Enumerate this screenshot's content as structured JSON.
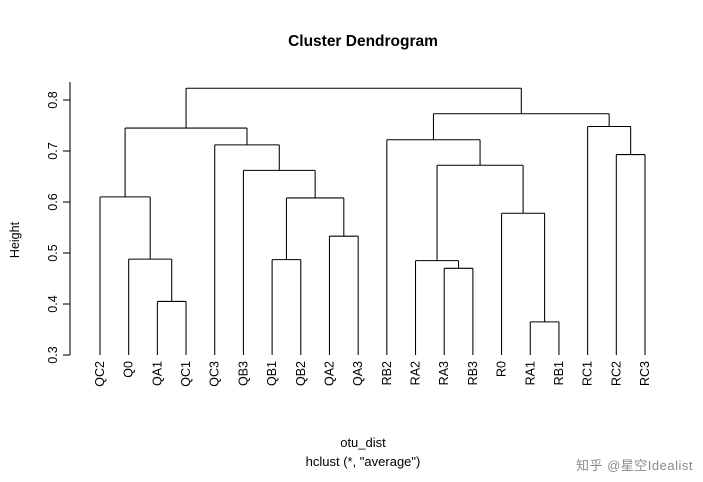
{
  "chart_data": {
    "type": "dendrogram",
    "title": "Cluster Dendrogram",
    "xlabel": "otu_dist",
    "sublabel": "hclust (*, \"average\")",
    "ylabel": "Height",
    "ylim": [
      0.3,
      0.8
    ],
    "yticks": [
      0.8,
      0.7,
      0.6,
      0.5,
      0.4,
      0.3
    ],
    "ytick_labels": [
      "0.8",
      "0.7",
      "0.6",
      "0.5",
      "0.4",
      "0.3"
    ],
    "grid": false,
    "legend": "none",
    "linkage": "average",
    "leaf_order": [
      "QC2",
      "Q0",
      "QA1",
      "QC1",
      "QC3",
      "QB3",
      "QB1",
      "QB2",
      "QA2",
      "QA3",
      "RB2",
      "RA2",
      "RA3",
      "RB3",
      "R0",
      "RA1",
      "RB1",
      "RC1",
      "RC2",
      "RC3"
    ],
    "leaves": [
      {
        "id": "QC2",
        "x": 1
      },
      {
        "id": "Q0",
        "x": 2
      },
      {
        "id": "QA1",
        "x": 3
      },
      {
        "id": "QC1",
        "x": 4
      },
      {
        "id": "QC3",
        "x": 5
      },
      {
        "id": "QB3",
        "x": 6
      },
      {
        "id": "QB1",
        "x": 7
      },
      {
        "id": "QB2",
        "x": 8
      },
      {
        "id": "QA2",
        "x": 9
      },
      {
        "id": "QA3",
        "x": 10
      },
      {
        "id": "RB2",
        "x": 11
      },
      {
        "id": "RA2",
        "x": 12
      },
      {
        "id": "RA3",
        "x": 13
      },
      {
        "id": "RB3",
        "x": 14
      },
      {
        "id": "R0",
        "x": 15
      },
      {
        "id": "RA1",
        "x": 16
      },
      {
        "id": "RB1",
        "x": 17
      },
      {
        "id": "RC1",
        "x": 18
      },
      {
        "id": "RC2",
        "x": 19
      },
      {
        "id": "RC3",
        "x": 20
      }
    ],
    "leaf_base_height": 0.3,
    "merges": [
      {
        "id": "m1",
        "left": "QA1",
        "right": "QC1",
        "height": 0.405
      },
      {
        "id": "m2",
        "left": "Q0",
        "right": "m1",
        "height": 0.488
      },
      {
        "id": "m3",
        "left": "QC2",
        "right": "m2",
        "height": 0.61
      },
      {
        "id": "m4",
        "left": "QB1",
        "right": "QB2",
        "height": 0.487
      },
      {
        "id": "m5",
        "left": "QA2",
        "right": "QA3",
        "height": 0.533
      },
      {
        "id": "m6",
        "left": "m4",
        "right": "m5",
        "height": 0.608
      },
      {
        "id": "m7",
        "left": "QB3",
        "right": "m6",
        "height": 0.662
      },
      {
        "id": "m8",
        "left": "QC3",
        "right": "m7",
        "height": 0.712
      },
      {
        "id": "m9",
        "left": "m3",
        "right": "m8",
        "height": 0.745
      },
      {
        "id": "m10",
        "left": "RA3",
        "right": "RB3",
        "height": 0.47
      },
      {
        "id": "m11",
        "left": "RA2",
        "right": "m10",
        "height": 0.485
      },
      {
        "id": "m12",
        "left": "RA1",
        "right": "RB1",
        "height": 0.365
      },
      {
        "id": "m13",
        "left": "R0",
        "right": "m12",
        "height": 0.578
      },
      {
        "id": "m14",
        "left": "m11",
        "right": "m13",
        "height": 0.672
      },
      {
        "id": "m15",
        "left": "RB2",
        "right": "m14",
        "height": 0.722
      },
      {
        "id": "m16",
        "left": "RC2",
        "right": "RC3",
        "height": 0.693
      },
      {
        "id": "m17",
        "left": "RC1",
        "right": "m16",
        "height": 0.748
      },
      {
        "id": "m18",
        "left": "m15",
        "right": "m17",
        "height": 0.773
      },
      {
        "id": "m19",
        "left": "m9",
        "right": "m18",
        "height": 0.823
      }
    ]
  },
  "watermark": {
    "text": "知乎 @星空Idealist"
  }
}
